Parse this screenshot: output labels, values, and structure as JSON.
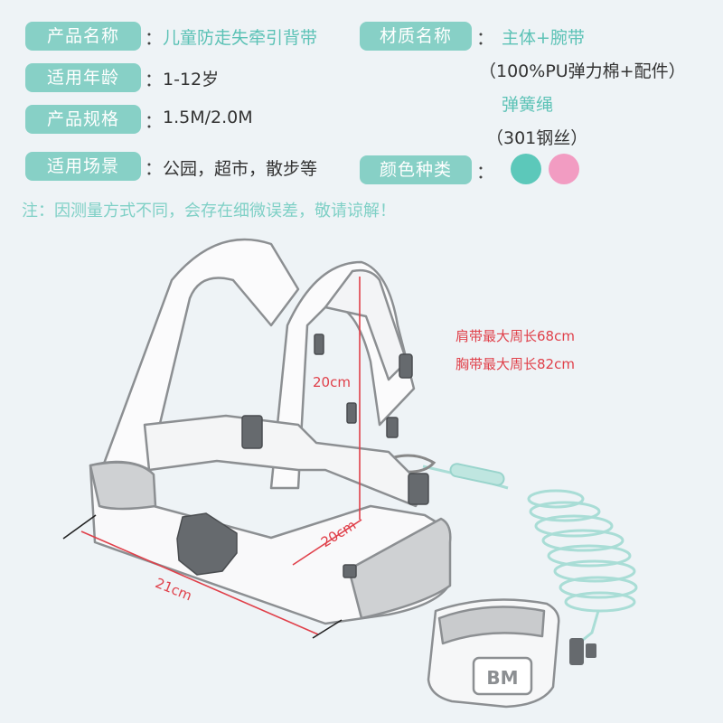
{
  "specs": {
    "product_name_label": "产品名称",
    "product_name_sep": "：",
    "product_name_value": "儿童防走失牵引背带",
    "age_label": "适用年龄",
    "age_sep": "：",
    "age_value": "1-12岁",
    "size_label": "产品规格",
    "size_sep": "：",
    "size_value": "1.5M/2.0M",
    "scene_label": "适用场景",
    "scene_sep": "：",
    "scene_value": "公园，超市，散步等",
    "material_label": "材质名称",
    "material_sep": "：",
    "material_line1": "主体+腕带",
    "material_line2": "（100%PU弹力棉+配件）",
    "material_line3": "弹簧绳",
    "material_line4": "（301钢丝）",
    "color_label": "颜色种类",
    "color_sep": "："
  },
  "colors": {
    "label_bg": "#87d0c6",
    "swatch_teal": "#5cc8ba",
    "swatch_pink": "#f29cc2",
    "measure_red": "#e0404a",
    "note_teal": "#7fd0c6"
  },
  "note": "注：因测量方式不同，会存在细微误差，敬请谅解！",
  "measurements": {
    "shoulder": "肩带最大周长68cm",
    "chest": "胸带最大周长82cm",
    "height": "20cm",
    "depth": "20cm",
    "width": "21cm"
  },
  "wristband_logo": "BM"
}
